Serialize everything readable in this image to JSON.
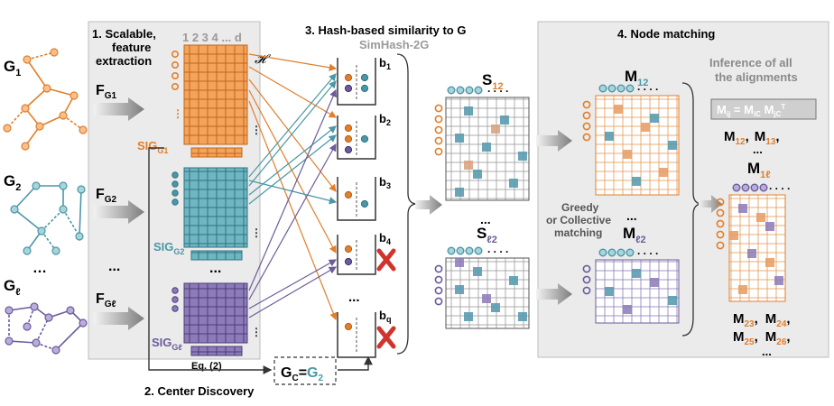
{
  "colors": {
    "g1": "#e07f2c",
    "g2": "#4a97a6",
    "gl": "#6c5b9a",
    "panel": "#ebebeb",
    "panel_border": "#bdbdbd",
    "red_x": "#d0342c",
    "arrow_gray": "#8a8a8a"
  },
  "graphs": {
    "g1": {
      "label": "G",
      "sub": "1",
      "func_label": "F",
      "func_sub": "G1"
    },
    "g2": {
      "label": "G",
      "sub": "2",
      "func_label": "F",
      "func_sub": "G2"
    },
    "gl": {
      "label": "G",
      "sub": "ℓ",
      "func_label": "F",
      "func_sub": "Gℓ"
    },
    "ellipsis": "…"
  },
  "step1": {
    "title_line1": "1. Scalable,",
    "title_line2": "feature",
    "title_line3": "extraction",
    "col_header": "1 2 3 4 ... d",
    "ellipsis": "...",
    "sig1": "SIG",
    "sig1_sub": "G1",
    "sig2": "SIG",
    "sig2_sub": "G2",
    "sigl": "SIG",
    "sigl_sub": "Gℓ",
    "eq": "Eq. (2)"
  },
  "step2": {
    "title": "2. Center Discovery",
    "center_label": "G",
    "center_sub": "C",
    "center_eq": "=",
    "center_val": "G",
    "center_val_sub": "2"
  },
  "step3": {
    "title": "3. Hash-based similarity to G",
    "subtitle": "SimHash-2G",
    "hash_symbol": "𝓗",
    "buckets": [
      "b",
      "b",
      "b",
      "b",
      "b"
    ],
    "bucket_subs": [
      "1",
      "2",
      "3",
      "4",
      "q"
    ],
    "ellipsis": "...",
    "s12": "S",
    "s12_sub": "12",
    "sl2": "S",
    "sl2_sub": "ℓ2",
    "s_ellipsis": "..."
  },
  "step4": {
    "title": "4. Node matching",
    "matching_line1": "Greedy",
    "matching_line2": "or Collective",
    "matching_line3": "matching",
    "m12": "M",
    "m12_sub": "12",
    "ml2": "M",
    "ml2_sub": "ℓ2",
    "m_ellipsis": "...",
    "inference_line1": "Inference of all",
    "inference_line2": "the alignments",
    "formula": "M",
    "formula_sub": "ij",
    "formula_eq": " = M",
    "formula_sub2": "iC",
    "formula_mid": " M",
    "formula_sub3": "jC",
    "formula_sup": "T",
    "m1l": "M",
    "m1l_sub": "1ℓ",
    "list_top": [
      {
        "m": "M",
        "sub": "12",
        "sep": ","
      },
      {
        "m": "M",
        "sub": "13",
        "sep": ","
      }
    ],
    "list_bottom": [
      {
        "m": "M",
        "sub": "23",
        "sep": ","
      },
      {
        "m": "M",
        "sub": "24",
        "sep": ","
      },
      {
        "m": "M",
        "sub": "25",
        "sep": ","
      },
      {
        "m": "M",
        "sub": "26",
        "sep": ","
      }
    ],
    "list_ellipsis": "...",
    "list_ellipsis_top": "..."
  }
}
